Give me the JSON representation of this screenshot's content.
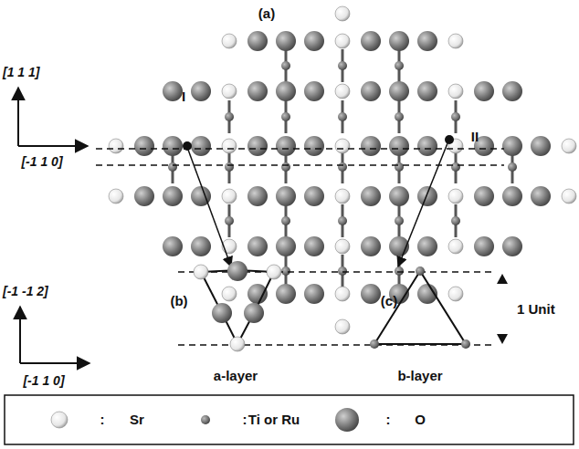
{
  "diagram": {
    "labels": [
      "(a)",
      "[1 1 1]",
      "[-1 1 0]",
      "I",
      "II",
      "(b)",
      "(c)",
      "[-1 -1 2]",
      "[-1 1 0]",
      "1 Unit",
      "a-layer",
      "b-layer",
      ":",
      ":",
      ":"
    ],
    "legend": [
      {
        "text": "Sr"
      },
      {
        "text": "Ti or Ru"
      },
      {
        "text": "O"
      }
    ]
  }
}
